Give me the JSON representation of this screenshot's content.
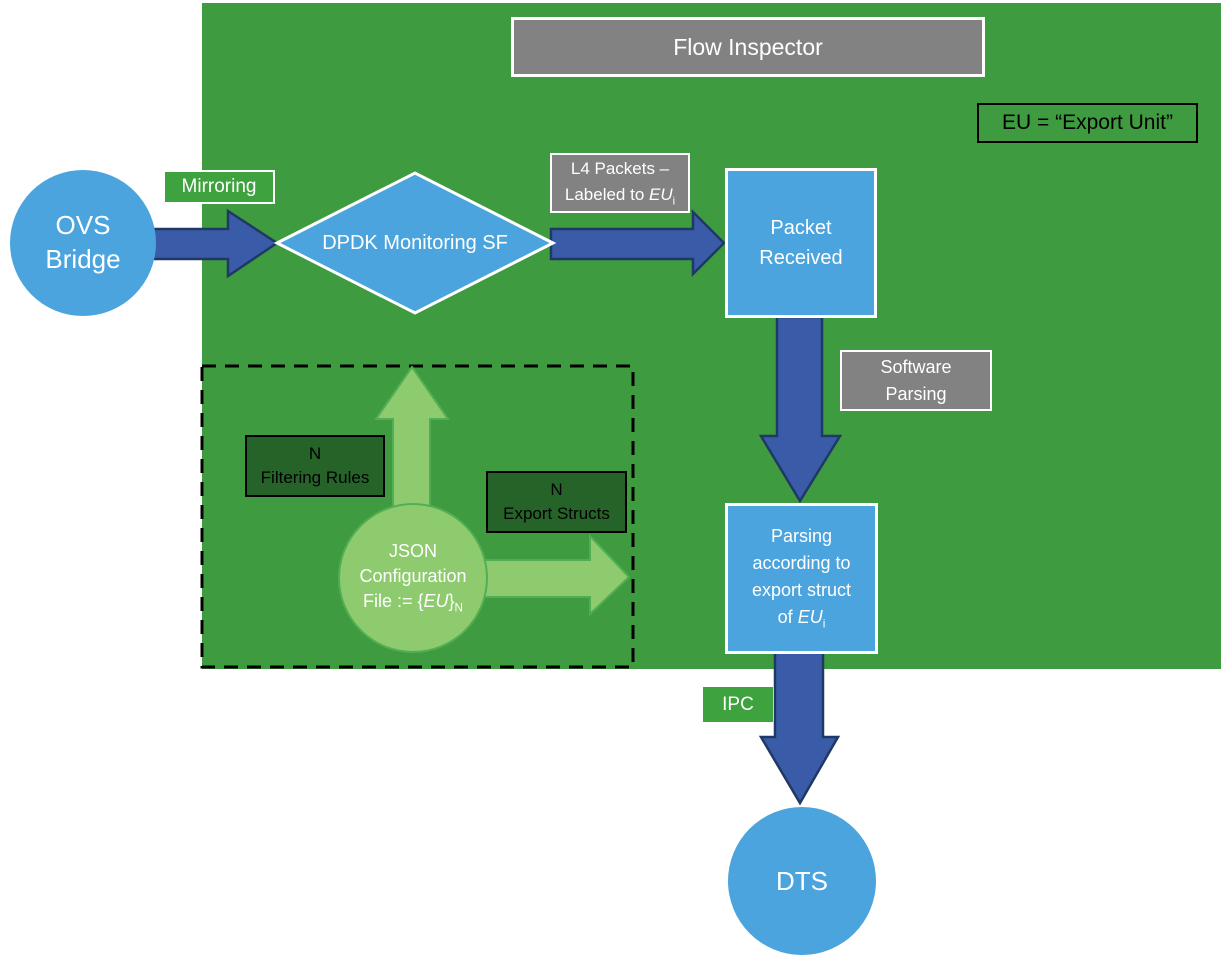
{
  "colors": {
    "canvas_bg": "#ffffff",
    "region_green": "#3F9B3F",
    "label_green": "#3EA23E",
    "shape_blue": "#4BA4DD",
    "arrow_blue": "#3A5CA8",
    "arrow_blue_border": "#1F3864",
    "gray_box": "#828282",
    "light_green": "#8ECB6F",
    "light_green_border": "#52AE52",
    "dark_green": "#266328",
    "white": "#ffffff",
    "black": "#000000"
  },
  "header": {
    "title": "Flow Inspector",
    "note": "EU = “Export Unit”"
  },
  "nodes": {
    "ovs_bridge": {
      "line1": "OVS",
      "line2": "Bridge"
    },
    "dpdk_diamond": {
      "label": "DPDK Monitoring SF"
    },
    "packet_received": {
      "line1": "Packet",
      "line2": "Received"
    },
    "parsing_box": {
      "line1": "Parsing",
      "line2": "according to",
      "line3": "export struct",
      "line4_prefix": "of ",
      "line4_term": "EU",
      "line4_sub": "i"
    },
    "dts": {
      "label": "DTS"
    },
    "json_config": {
      "line1": "JSON",
      "line2": "Configuration",
      "line3_prefix": "File := {",
      "line3_term": "EU",
      "line3_close": "}",
      "line3_sub": "N"
    },
    "filtering_rules": {
      "line1": "N",
      "line2": "Filtering Rules"
    },
    "export_structs": {
      "line1": "N",
      "line2": "Export Structs"
    }
  },
  "edge_labels": {
    "mirroring": "Mirroring",
    "l4_packets": {
      "line1": "L4 Packets –",
      "line2_prefix": "Labeled to ",
      "line2_term": "EU",
      "line2_sub": "i"
    },
    "software_parsing": {
      "line1": "Software",
      "line2": "Parsing"
    },
    "ipc": "IPC"
  }
}
